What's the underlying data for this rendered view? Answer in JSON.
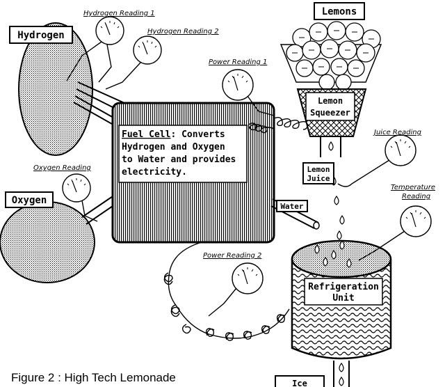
{
  "labels": {
    "hydrogen": "Hydrogen",
    "oxygen": "Oxygen",
    "lemons": "Lemons",
    "lemon_squeezer_line1": "Lemon",
    "lemon_squeezer_line2": "Squeezer",
    "lemon_juice_line1": "Lemon",
    "lemon_juice_line2": "Juice",
    "water": "Water",
    "refrigeration_line1": "Refrigeration",
    "refrigeration_line2": "Unit",
    "ice_partial": "Ice"
  },
  "fuel_cell": {
    "title": "Fuel Cell",
    "line1_rest": ": Converts",
    "line2": "Hydrogen and Oxygen",
    "line3": "to Water and provides",
    "line4": "electricity."
  },
  "readings": {
    "hydrogen_1": "Hydrogen Reading 1",
    "hydrogen_2": "Hydrogen Reading 2",
    "power_1": "Power Reading 1",
    "oxygen": "Oxygen Reading",
    "juice": "Juice Reading",
    "temperature_line1": "Temperature",
    "temperature_line2": "Reading",
    "power_2": "Power Reading 2"
  },
  "caption": "Figure 2 : High Tech Lemonade"
}
